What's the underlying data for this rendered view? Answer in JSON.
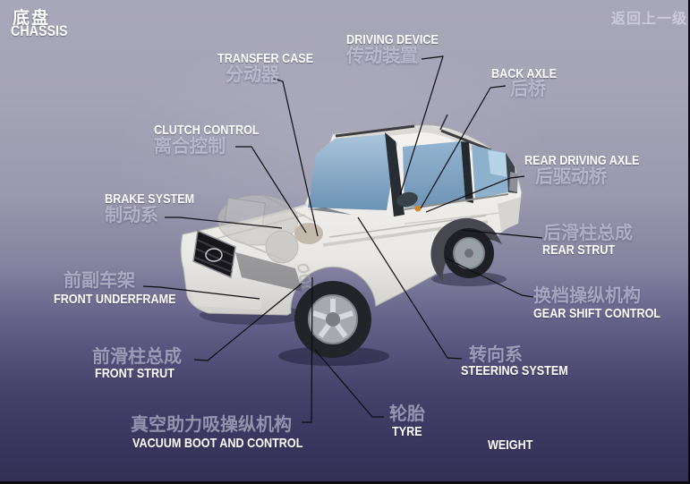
{
  "page": {
    "title_cn": "底盘",
    "title_en": "CHASSIS",
    "back_link": "返回上一级"
  },
  "labels": {
    "transfer_case": {
      "en": "TRANSFER CASE",
      "cn": "分动器"
    },
    "driving_device": {
      "en": "DRIVING DEVICE",
      "cn": "传动装置"
    },
    "back_axle": {
      "en": "BACK AXLE",
      "cn": "后桥"
    },
    "clutch_control": {
      "en": "CLUTCH CONTROL",
      "cn": "离合控制"
    },
    "brake_system": {
      "en": "BRAKE SYSTEM",
      "cn": "制动系"
    },
    "rear_driving_axle": {
      "en": "REAR DRIVING AXLE",
      "cn": "后驱动桥"
    },
    "rear_strut": {
      "en": "REAR STRUT",
      "cn": "后滑柱总成"
    },
    "front_underframe": {
      "en": "FRONT UNDERFRAME",
      "cn": "前副车架"
    },
    "gear_shift_control": {
      "en": "GEAR SHIFT CONTROL",
      "cn": "换档操纵机构"
    },
    "front_strut": {
      "en": "FRONT STRUT",
      "cn": "前滑柱总成"
    },
    "steering_system": {
      "en": "STEERING SYSTEM",
      "cn": "转向系"
    },
    "vacuum_boot_and_control": {
      "en": "VACUUM BOOT AND CONTROL",
      "cn": "真空助力吸操纵机构"
    },
    "tyre": {
      "en": "TYRE",
      "cn": "轮胎"
    },
    "weight": {
      "en": "WEIGHT"
    }
  },
  "colors": {
    "background_top": "#a8a7b8",
    "background_bottom": "#333055",
    "label_en": "#ffffff",
    "label_cn": "rgba(240,238,252,0.5)",
    "leader_line": "#0c0c12",
    "window_blue": "#7da2c2"
  }
}
